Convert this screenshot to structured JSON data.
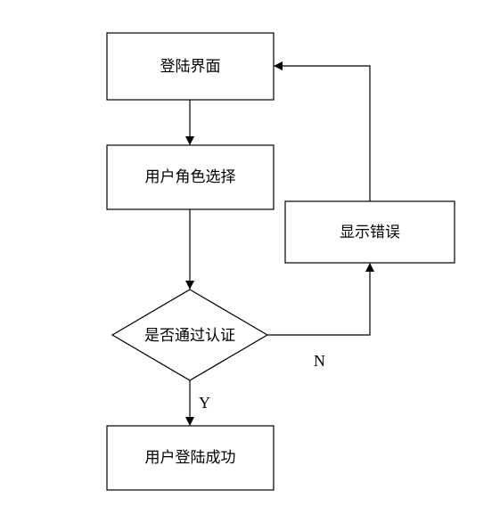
{
  "flowchart": {
    "nodes": {
      "login": "登陆界面",
      "role_select": "用户角色选择",
      "auth_check": "是否通过认证",
      "show_error": "显示错误",
      "success": "用户登陆成功"
    },
    "edges": {
      "no_label": "N",
      "yes_label": "Y"
    }
  }
}
